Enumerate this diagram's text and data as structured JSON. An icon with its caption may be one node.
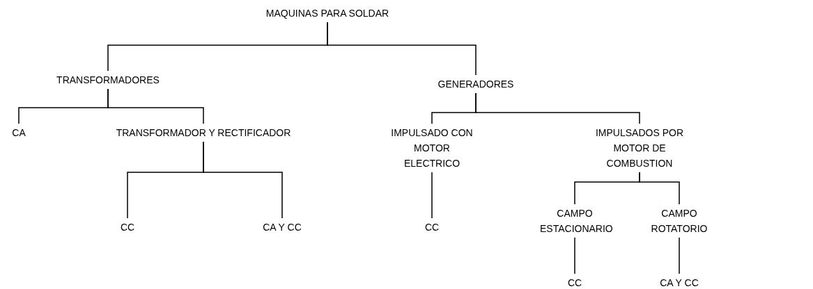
{
  "diagram": {
    "nodes": [
      {
        "text": [
          "MAQUINAS PARA SOLDAR"
        ]
      },
      {
        "text": [
          "TRANSFORMADORES"
        ]
      },
      {
        "text": [
          "GENERADORES"
        ]
      },
      {
        "text": [
          "CA"
        ]
      },
      {
        "text": [
          "TRANSFORMADOR Y RECTIFICADOR"
        ]
      },
      {
        "text": [
          "IMPULSADO CON MOTOR ELECTRICO"
        ]
      },
      {
        "text": [
          "IMPULSADOS POR MOTOR DE COMBUSTION"
        ]
      },
      {
        "text": [
          "CC"
        ]
      },
      {
        "text": [
          "CA Y CC"
        ]
      },
      {
        "text": [
          "CC"
        ]
      },
      {
        "text": [
          "CAMPO ESTACIONARIO"
        ]
      },
      {
        "text": [
          "CAMPO ROTATORIO"
        ]
      },
      {
        "text": [
          "CC"
        ]
      },
      {
        "text": [
          "CA Y CC"
        ]
      }
    ],
    "edges": [
      {
        "from": 0,
        "to": 1,
        "arrow": "none"
      },
      {
        "from": 0,
        "to": 2,
        "arrow": "none"
      },
      {
        "from": 1,
        "to": 3,
        "arrow": "none"
      },
      {
        "from": 1,
        "to": 4,
        "arrow": "none"
      },
      {
        "from": 4,
        "to": 7,
        "arrow": "none"
      },
      {
        "from": 4,
        "to": 8,
        "arrow": "none"
      },
      {
        "from": 2,
        "to": 5,
        "arrow": "none"
      },
      {
        "from": 2,
        "to": 6,
        "arrow": "none"
      },
      {
        "from": 5,
        "to": 9,
        "arrow": "none"
      },
      {
        "from": 6,
        "to": 10,
        "arrow": "none"
      },
      {
        "from": 6,
        "to": 11,
        "arrow": "none"
      },
      {
        "from": 10,
        "to": 12,
        "arrow": "none"
      },
      {
        "from": 11,
        "to": 13,
        "arrow": "none"
      }
    ]
  }
}
